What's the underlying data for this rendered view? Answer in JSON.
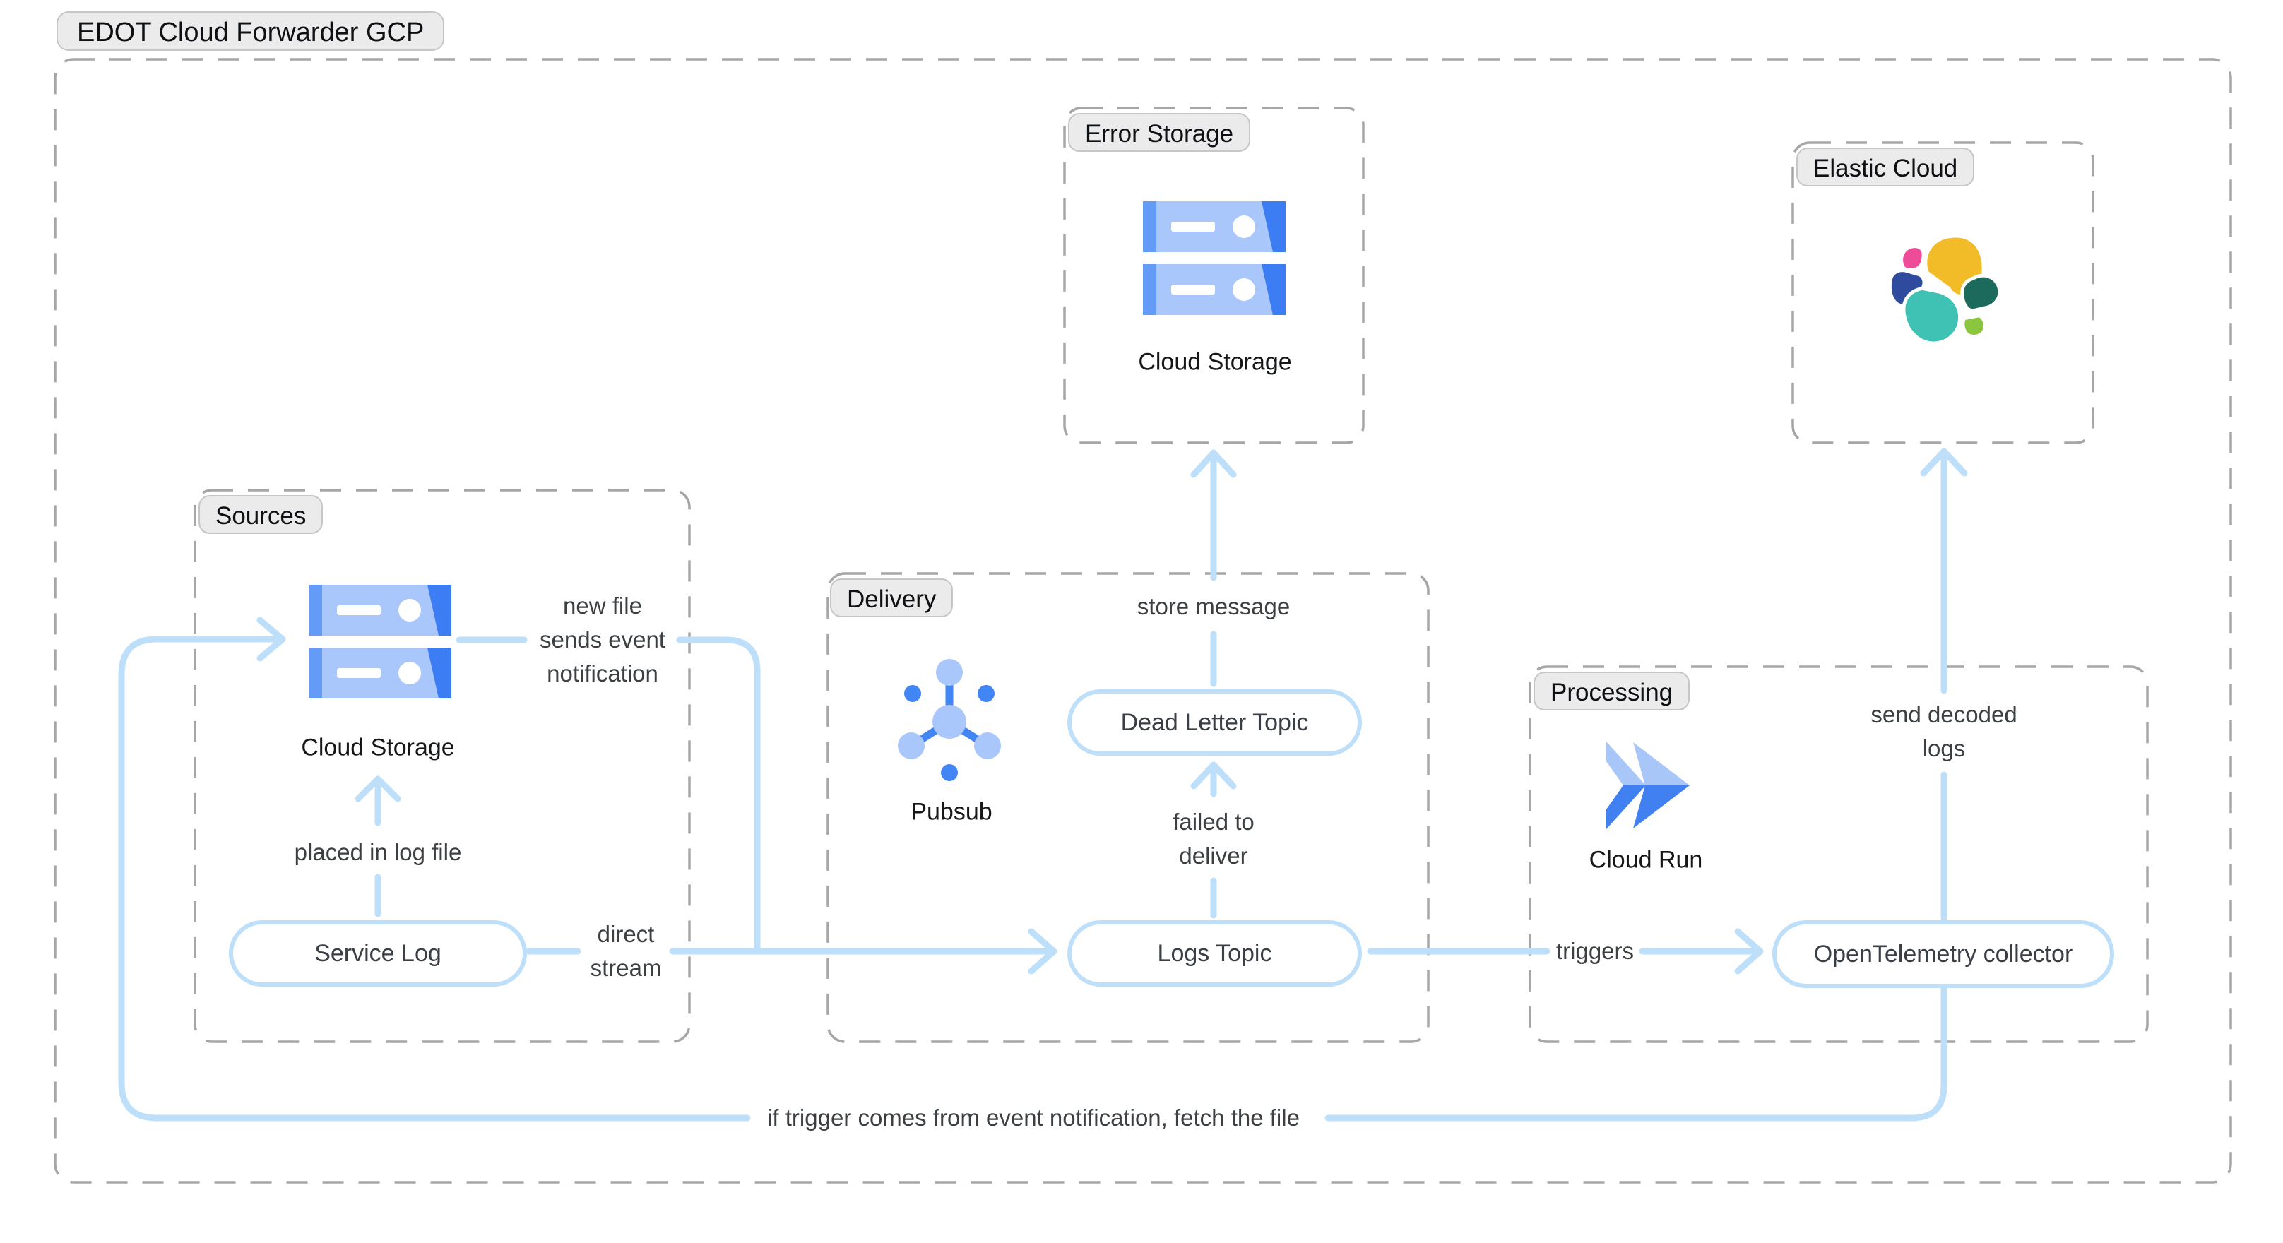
{
  "title": "EDOT Cloud Forwarder GCP",
  "groups": {
    "sources": {
      "label": "Sources"
    },
    "delivery": {
      "label": "Delivery"
    },
    "processing": {
      "label": "Processing"
    },
    "error_storage": {
      "label": "Error Storage"
    },
    "elastic_cloud": {
      "label": "Elastic Cloud"
    }
  },
  "nodes": {
    "service_log": {
      "label": "Service Log"
    },
    "logs_topic": {
      "label": "Logs Topic"
    },
    "dead_letter_topic": {
      "label": "Dead Letter Topic"
    },
    "otel_collector": {
      "label": "OpenTelemetry collector"
    }
  },
  "icons": {
    "sources_cloud_storage": {
      "caption": "Cloud Storage"
    },
    "error_cloud_storage": {
      "caption": "Cloud Storage"
    },
    "pubsub": {
      "caption": "Pubsub"
    },
    "cloud_run": {
      "caption": "Cloud Run"
    },
    "elastic_logo": {
      "caption": ""
    }
  },
  "edges": {
    "new_file": "new file\nsends event\nnotification",
    "placed_in_log": "placed in log file",
    "direct_stream": "direct\nstream",
    "store_message": "store message",
    "failed_to_deliver": "failed to\ndeliver",
    "triggers": "triggers",
    "send_decoded_logs": "send decoded\nlogs",
    "fetch_file": "if trigger comes from event notification, fetch the file"
  },
  "colors": {
    "line_blue": "#BDDFFA",
    "node_border": "#BDDFFA",
    "dashed_border": "#A6A6A6",
    "pill_bg": "#EBEBEB",
    "pill_border": "#C6C6C6",
    "label_text": "#3C4043",
    "gcp_blue": "#3D7DF3",
    "gcp_mid_blue": "#639BF7",
    "gcp_light_blue": "#A9C7FB",
    "elastic_yellow": "#F2BC29",
    "elastic_pink": "#EE4C98",
    "elastic_blue": "#2F4B9E",
    "elastic_teal": "#3FC1B4",
    "elastic_dark_green": "#1B6A5C",
    "elastic_light_green": "#8CC63E"
  }
}
